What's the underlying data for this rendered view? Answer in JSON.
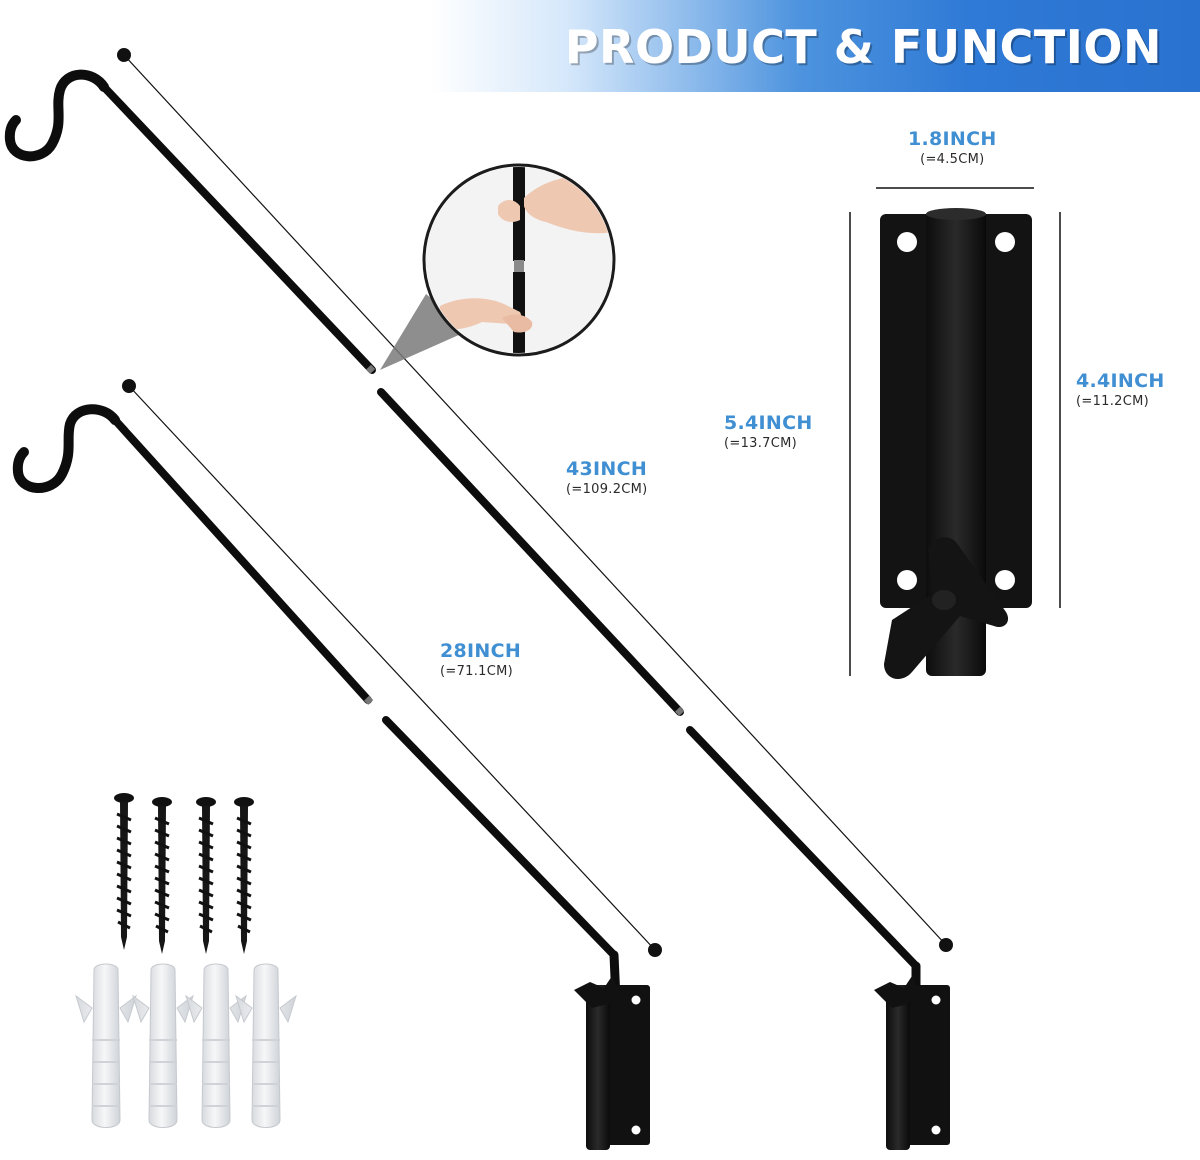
{
  "banner": {
    "title": "PRODUCT & FUNCTION",
    "color": "#2f7ad6"
  },
  "dimensions": {
    "long_rod": {
      "value": "43INCH",
      "metric": "(=109.2CM)"
    },
    "short_rod": {
      "value": "28INCH",
      "metric": "(=71.1CM)"
    },
    "bracket_width": {
      "value": "1.8INCH",
      "metric": "(=4.5CM)"
    },
    "bracket_total_height": {
      "value": "5.4INCH",
      "metric": "(=13.7CM)"
    },
    "bracket_plate_height": {
      "value": "4.4INCH",
      "metric": "(=11.2CM)"
    }
  },
  "hardware": {
    "screws": 4,
    "anchors": 4
  },
  "colors": {
    "accent": "#3f8fd2",
    "metal": "#111111",
    "anchor": "#e9ebee"
  },
  "icons": [
    "hook-rod",
    "mount-bracket",
    "wood-screw",
    "wall-anchor",
    "assembly-zoom"
  ]
}
